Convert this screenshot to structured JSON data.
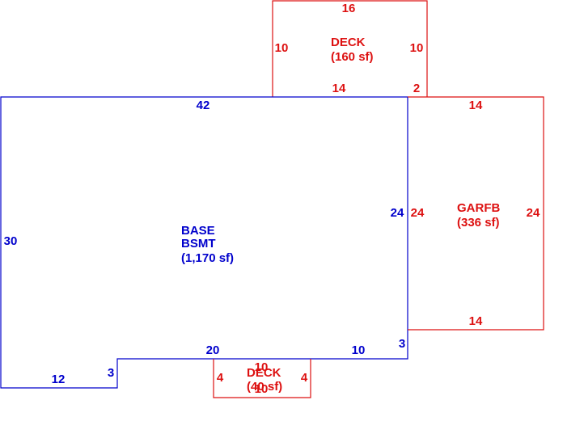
{
  "colors": {
    "base": "#0000cc",
    "attached": "#dd1111",
    "background": "#ffffff"
  },
  "areas": {
    "deck_top": {
      "name": "DECK",
      "area": "(160 sf)"
    },
    "base": {
      "name": "BASE",
      "name2": "BSMT",
      "area": "(1,170 sf)"
    },
    "garage": {
      "name": "GARFB",
      "area": "(336 sf)"
    },
    "deck_bottom": {
      "name": "DECK",
      "area": "(40 sf)"
    }
  },
  "dimensions": {
    "deck_top_top": "16",
    "deck_top_left": "10",
    "deck_top_right": "10",
    "deck_top_bottom_a": "14",
    "deck_top_bottom_b": "2",
    "base_top": "42",
    "base_left": "30",
    "base_right": "24",
    "base_bottom_left": "12",
    "base_step": "3",
    "base_bottom_mid": "20",
    "base_bottom_right": "10",
    "base_right_step": "3",
    "garage_top": "14",
    "garage_left": "24",
    "garage_right": "24",
    "garage_bottom": "14",
    "deck_bottom_top": "10",
    "deck_bottom_left": "4",
    "deck_bottom_right": "4",
    "deck_bottom_bottom": "10"
  }
}
